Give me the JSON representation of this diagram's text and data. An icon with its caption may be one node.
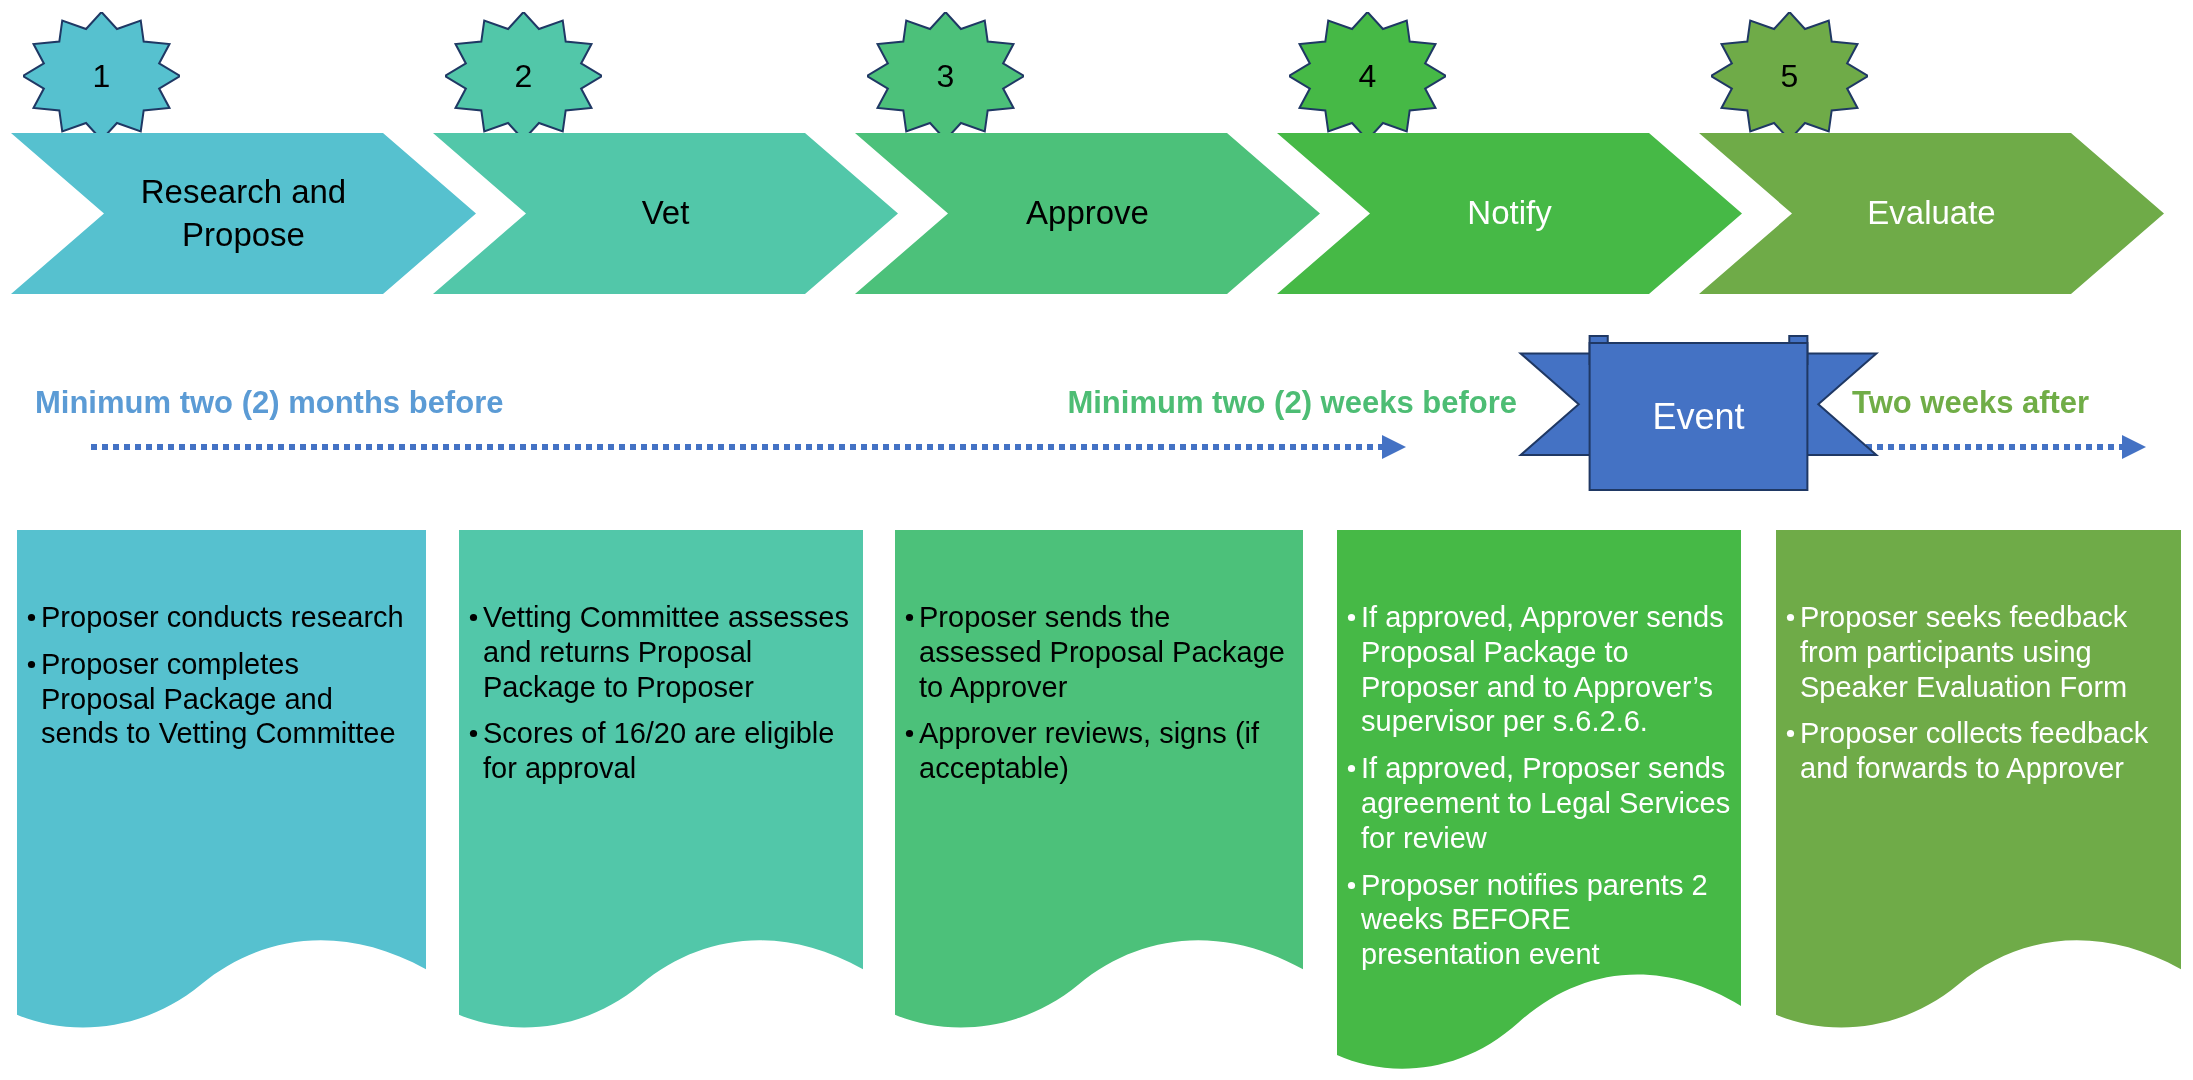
{
  "diagram": {
    "nodes": [
      {
        "text": [
          "1"
        ]
      },
      {
        "text": [
          "2"
        ]
      },
      {
        "text": [
          "3"
        ]
      },
      {
        "text": [
          "4"
        ]
      },
      {
        "text": [
          "5"
        ]
      },
      {
        "text": [
          "Research and Propose"
        ]
      },
      {
        "text": [
          "Vet"
        ]
      },
      {
        "text": [
          "Approve"
        ]
      },
      {
        "text": [
          "Notify"
        ]
      },
      {
        "text": [
          "Evaluate"
        ]
      },
      {
        "text": [
          "Event"
        ]
      },
      {
        "text": [
          "Proposer conducts research",
          "Proposer completes Proposal Package and sends to Vetting Committee"
        ]
      },
      {
        "text": [
          "Vetting Committee assesses and returns Proposal Package to Proposer",
          "Scores of 16/20 are eligible for approval"
        ]
      },
      {
        "text": [
          "Proposer sends the assessed Proposal Package to Approver",
          "Approver reviews, signs (if acceptable)"
        ]
      },
      {
        "text": [
          "If approved, Approver sends Proposal Package to Proposer and to Approver’s supervisor per s.6.2.6.",
          "If approved, Proposer sends agreement to Legal Services for review",
          "Proposer notifies parents 2 weeks BEFORE presentation event"
        ]
      },
      {
        "text": [
          "Proposer seeks feedback from participants using Speaker Evaluation Form",
          "Proposer collects feedback and forwards to Approver"
        ]
      }
    ],
    "labels": [
      "Minimum two  (2) months before",
      "Minimum two (2) weeks before",
      "Two weeks after"
    ]
  }
}
